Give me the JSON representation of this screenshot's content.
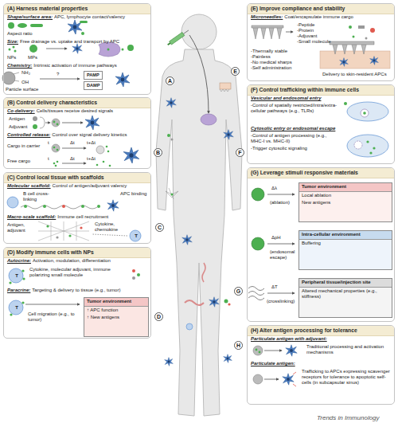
{
  "diagram": {
    "nodes": [
      {
        "text": [
          "(A) Harness material properties",
          "Shape/surface area:",
          "APC, lymphocyte contact/valency",
          "Aspect ratio",
          "Size:",
          "Free drainage vs. uptake and transport by APC",
          "NPs",
          "MPs",
          "Chemistry:",
          "Intrinsic activation of immune pathways",
          "NH₂",
          "OH",
          "Particle surface",
          "?"
        ]
      },
      {
        "text": [
          "PAMP"
        ],
        "in": 0
      },
      {
        "text": [
          "DAMP"
        ],
        "in": 0
      },
      {
        "text": [
          "(B) Control delivery characteristics",
          "Co-delivery:",
          "Cells/tissues receive desired signals",
          "Antigen",
          "Adjuvant",
          "Controlled release:",
          "Control over signal delivery kinetics",
          "Cargo in carrier",
          "t",
          "Δt",
          "t+Δt",
          "Free cargo",
          "t",
          "Δt",
          "t+Δt"
        ]
      },
      {
        "text": [
          "(C) Control local tissue with scaffolds",
          "Molecular scaffold:",
          "Control of antigen/adjuvant valency",
          "B cell cross-linking",
          "APC binding",
          "Macro-scale scaffold:",
          "Immune cell recruitment",
          "Antigen, adjuvant",
          "Cytokine, chemokine",
          "T"
        ]
      },
      {
        "text": [
          "(D) Modify immune cells with NPs",
          "Autocrine:",
          "Activation, modulation, differentiation",
          "T",
          "Cytokine, molecular adjuvant, immune polarizing small molecule",
          "Paracrine:",
          "Targeting & delivery to tissue (e.g., tumor)",
          "T",
          "Cell migration (e.g., to tumor)"
        ]
      },
      {
        "text": [
          "Tumor environment",
          "↑ APC function",
          "↑ New antigens"
        ],
        "in": 5
      },
      {
        "text": [
          "(E) Improve compliance and stability",
          "Microneedles:",
          "Coat/encapsulate immune cargo",
          "-Peptide",
          "-Protein",
          "-Adjuvant",
          "-Small molecule",
          "-Thermally stable",
          "-Painless",
          "-No medical sharps",
          "-Self administration",
          "Delivery to skin-resident APCs"
        ]
      },
      {
        "text": [
          "(F) Control trafficking within immune cells",
          "Vesicular and endosomal entry",
          "-Control of spatially restricted/intra/extra-cellular pathways (e.g., TLRs)",
          "Cytosolic entry or endosomal escape",
          "-Control of antigen processing (e.g., MHC-I vs. MHC-II)",
          "-Trigger cytosolic signaling"
        ]
      },
      {
        "text": [
          "(G) Leverage stimuli responsive materials",
          "Δλ",
          "(ablation)",
          "ΔpH",
          "(endosomal escape)",
          "ΔT",
          "(crosslinking)"
        ]
      },
      {
        "text": [
          "Tumor environment",
          "Local ablation",
          "New antigens"
        ],
        "in": 9
      },
      {
        "text": [
          "Intra-cellular environment",
          "Buffering"
        ],
        "in": 9
      },
      {
        "text": [
          "Peripheral tissue/injection site",
          "Altered mechanical properties (e.g., stiffness)"
        ],
        "in": 9
      },
      {
        "text": [
          "(H) Alter antigen processing for tolerance",
          "Particulate antigen with adjuvant:",
          "Traditional processing and activation mechanisms",
          "Particulate antigen:",
          "Trafficking to APCs expressing scavenger receptors for tolerance to apoptotic self-cells (in subcapsular sinus)"
        ]
      }
    ],
    "labels": [
      "A",
      "B",
      "C",
      "D",
      "E",
      "F",
      "G",
      "H",
      "Trends in Immunology"
    ]
  }
}
